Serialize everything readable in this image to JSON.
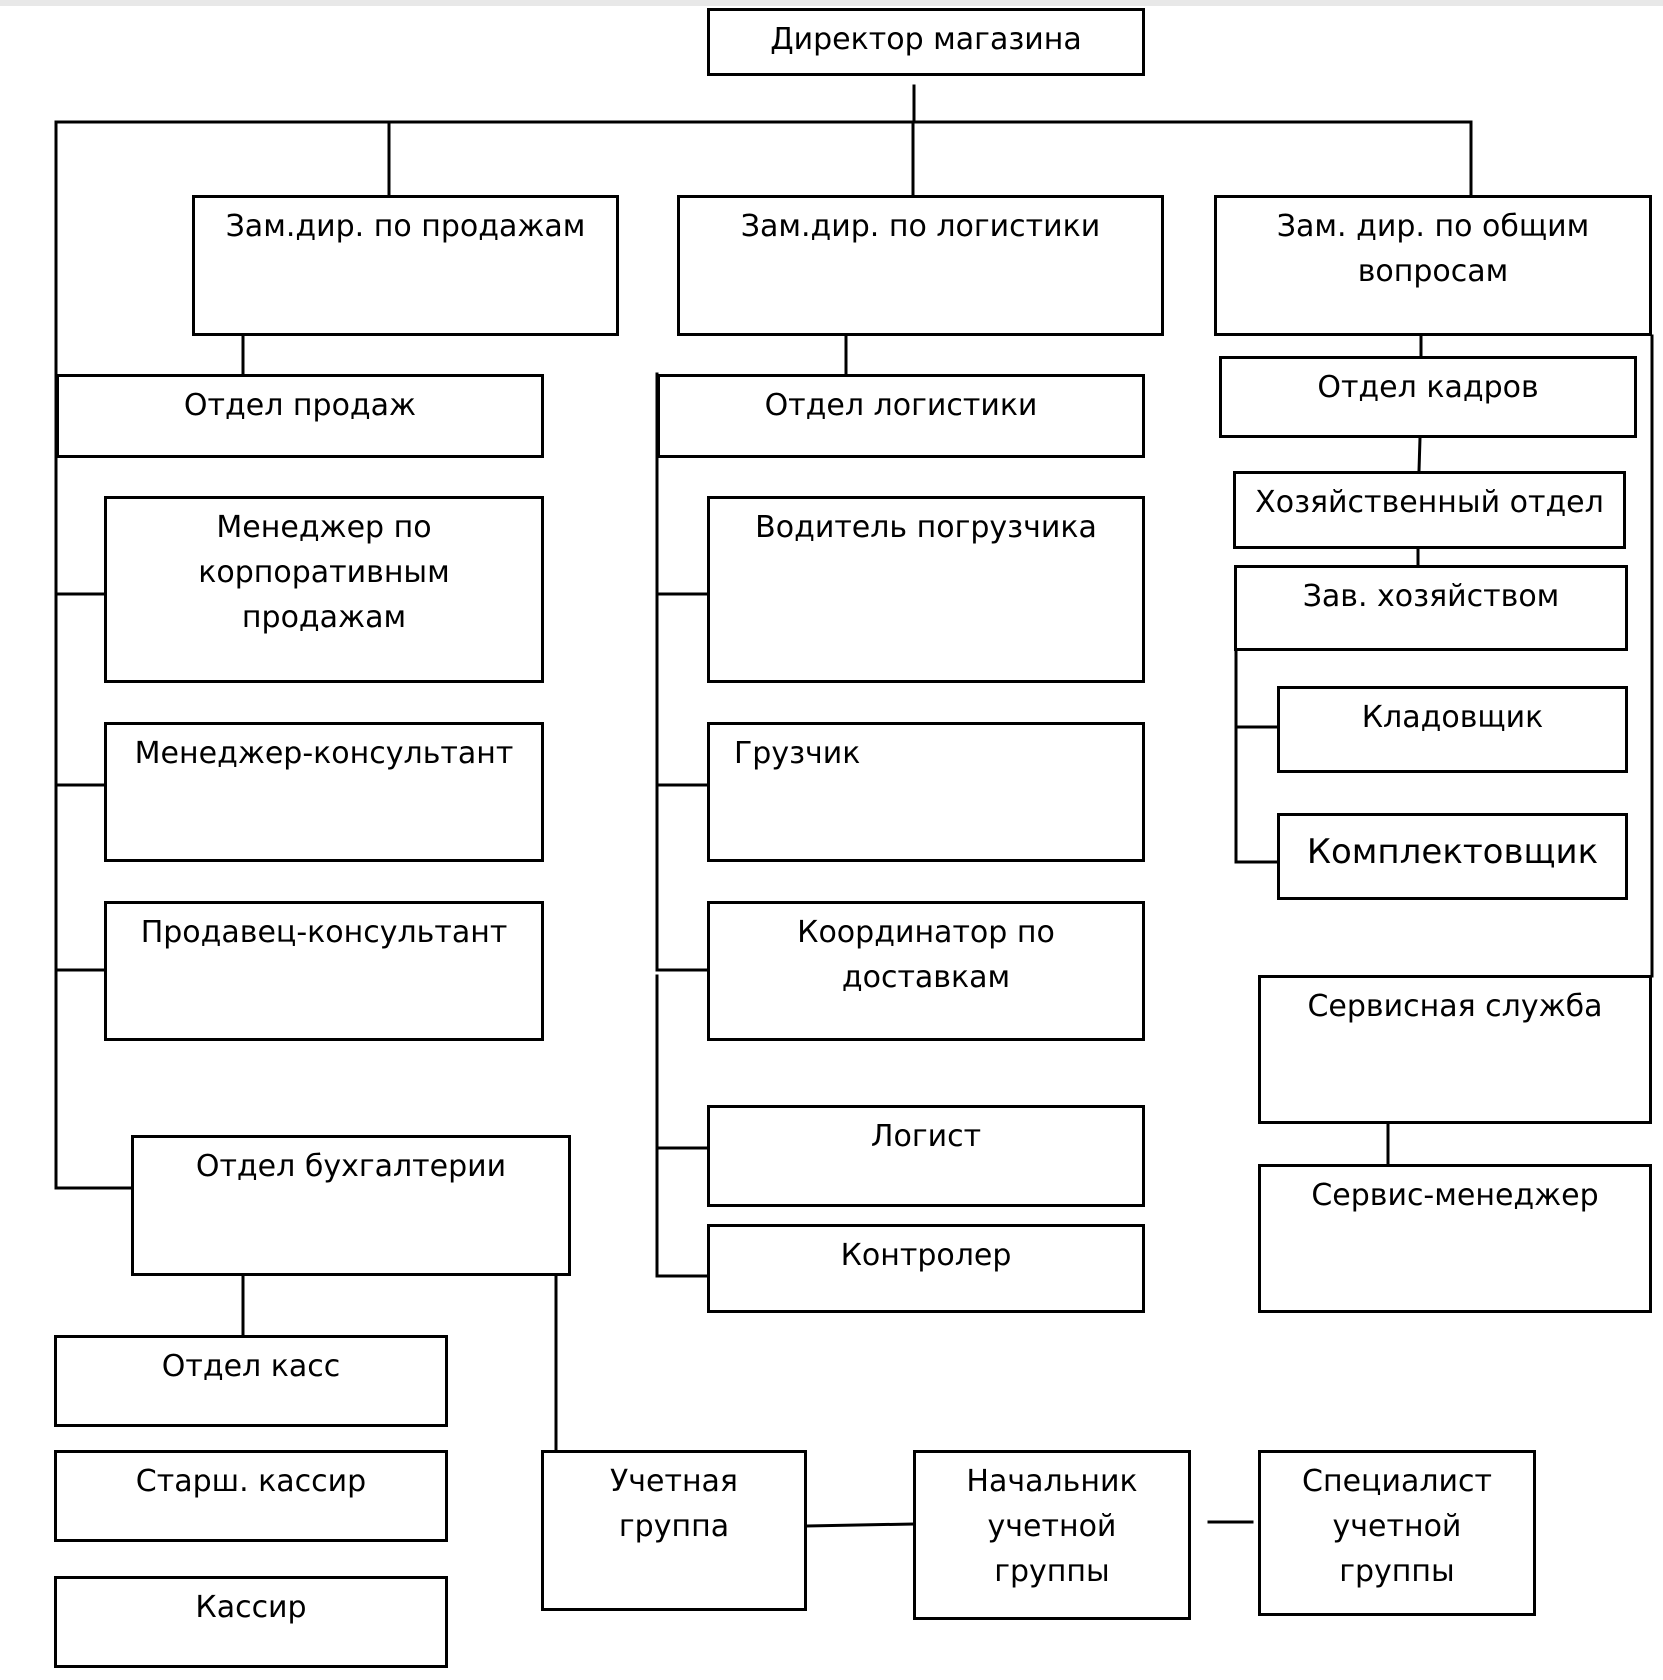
{
  "diagram": {
    "nodes": {
      "director": "Директор магазина",
      "dep_sales": "Зам.дир. по продажам",
      "dep_logistics": "Зам.дир. по логистики",
      "dep_general": "Зам. дир. по общим\nвопросам",
      "sales_dept": "Отдел продаж",
      "corp_manager": "Менеджер по\nкорпоративным\nпродажам",
      "manager_consultant": "Менеджер-консультант",
      "seller_consultant": "Продавец-консультант",
      "accounting_dept": "Отдел бухгалтерии",
      "cash_dept": "Отдел касс",
      "senior_cashier": "Старш. кассир",
      "cashier": "Кассир",
      "accounting_group": "Учетная\nгруппа",
      "group_head": "Начальник\nучетной\nгруппы",
      "group_specialist": "Специалист\nучетной\nгруппы",
      "logistics_dept": "Отдел логистики",
      "forklift_driver": "Водитель погрузчика",
      "loader": "Грузчик",
      "delivery_coordinator": "Координатор по\nдоставкам",
      "logist": "Логист",
      "controller": "Контролер",
      "hr_dept": "Отдел кадров",
      "household_dept": "Хозяйственный отдел",
      "household_head": "Зав. хозяйством",
      "storekeeper": "Кладовщик",
      "picker": "Комплектовщик",
      "service_dept": "Сервисная служба",
      "service_manager": "Сервис-менеджер"
    }
  }
}
